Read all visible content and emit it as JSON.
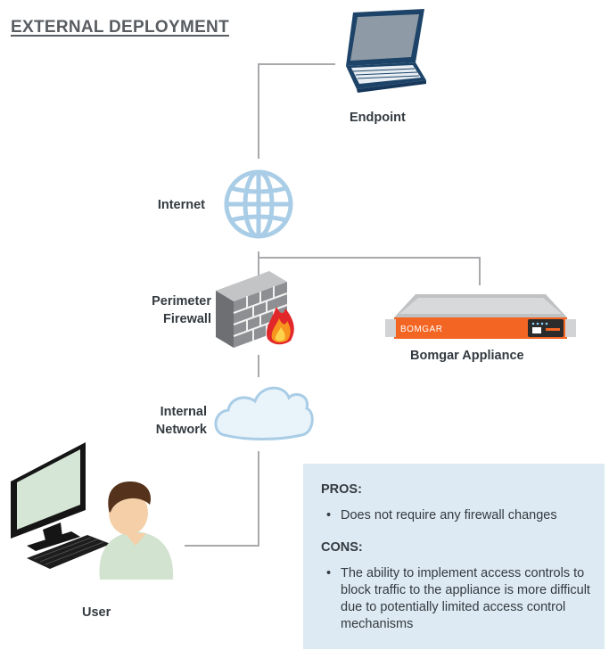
{
  "title": "EXTERNAL DEPLOYMENT",
  "nodes": {
    "endpoint": "Endpoint",
    "internet": "Internet",
    "firewall_line1": "Perimeter",
    "firewall_line2": "Firewall",
    "appliance": "Bomgar Appliance",
    "appliance_brand": "BOMGAR",
    "internal_line1": "Internal",
    "internal_line2": "Network",
    "user": "User"
  },
  "info": {
    "pros_heading": "PROS:",
    "pros": [
      "Does not require any firewall changes"
    ],
    "cons_heading": "CONS:",
    "cons": [
      "The ability to implement access controls to block traffic to the appliance is more difficult due to potentially limited access control mechanisms"
    ]
  },
  "colors": {
    "connector": "#a7a9ac",
    "globe": "#a9cde6",
    "laptop": "#1d4468",
    "appliance_orange": "#f26522",
    "info_box": "#deeaf3",
    "title": "#595d61"
  }
}
